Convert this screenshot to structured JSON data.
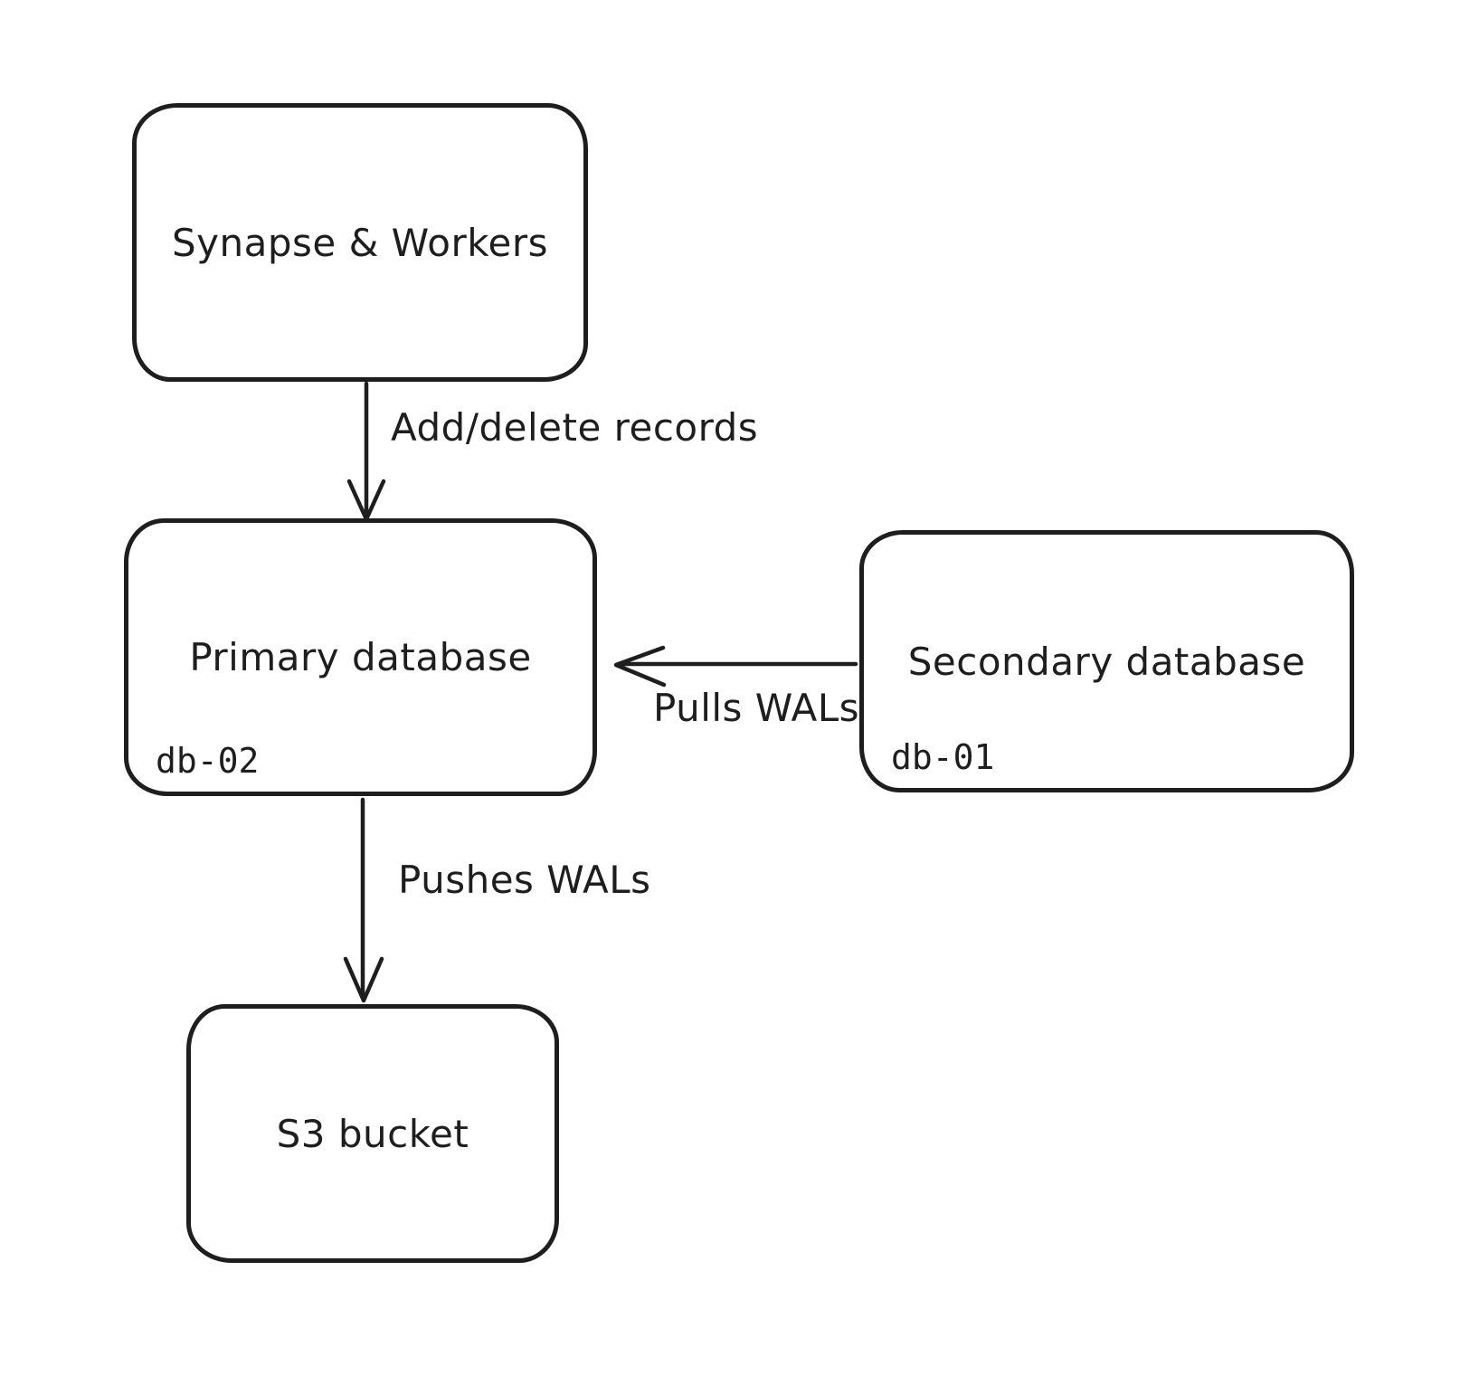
{
  "canvas": {
    "background_color": "#ffffff",
    "stroke_color": "#1e1e1e"
  },
  "nodes": [
    {
      "id": "synapse-workers",
      "label": "Synapse & Workers",
      "sublabel": ""
    },
    {
      "id": "primary-database",
      "label": "Primary database",
      "sublabel": "db-02"
    },
    {
      "id": "secondary-database",
      "label": "Secondary database",
      "sublabel": "db-01"
    },
    {
      "id": "s3-bucket",
      "label": "S3 bucket",
      "sublabel": ""
    }
  ],
  "edges": [
    {
      "id": "add-delete-records",
      "from": "synapse-workers",
      "to": "primary-database",
      "label": "Add/delete records",
      "direction": "down"
    },
    {
      "id": "pulls-wals",
      "from": "secondary-database",
      "to": "primary-database",
      "label": "Pulls WALs",
      "direction": "left"
    },
    {
      "id": "pushes-wals",
      "from": "primary-database",
      "to": "s3-bucket",
      "label": "Pushes WALs",
      "direction": "down"
    }
  ]
}
